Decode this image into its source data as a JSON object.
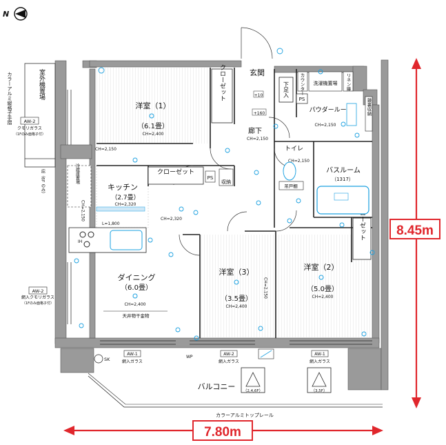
{
  "north": {
    "label": "N",
    "icon": "north-arrow-icon"
  },
  "rooms": [
    {
      "id": "yoshitsu-1",
      "name": "洋室（1）",
      "size": "（6.1畳）",
      "ch": "CH=2,400"
    },
    {
      "id": "kitchen",
      "name": "キッチン",
      "size": "（2.7畳）",
      "ch": "CH=2,320"
    },
    {
      "id": "dining",
      "name": "ダイニング",
      "size": "（6.0畳）",
      "ch": "CH=2,400"
    },
    {
      "id": "yoshitsu-3",
      "name": "洋室（3）",
      "size": "（3.5畳）",
      "ch": "CH=2,400"
    },
    {
      "id": "yoshitsu-2",
      "name": "洋室（2）",
      "size": "（5.0畳）",
      "ch": "CH=2,400"
    },
    {
      "id": "bathroom",
      "name": "バスルーム",
      "size": "（1317）"
    }
  ],
  "labels": {
    "genkan": "玄関",
    "rouka": "廊下",
    "rouka_ch": "CH=2,150",
    "powder": "パウダールーム",
    "powder_ch": "CH=2,150",
    "toilet": "トイレ",
    "toilet_ch": "CH=2,150",
    "todana": "吊戸棚",
    "closet_corridor": "クローゼット",
    "closet_room1": "クローゼット",
    "closet_room2": "クローゼット",
    "shitabako": "下足入",
    "counter": "カウンター",
    "washer": "洗濯機置場",
    "linen": "リネン庫",
    "kagami": "鏡裏収納",
    "shuno": "収納",
    "reizoko": "冷蔵庫置場",
    "tenjo": "天井物干金物",
    "balcony": "バルコニー",
    "handrail": "カラーアルミトップレール",
    "outdoor_unit": "室外機置場",
    "louver": "カラーアルミ縦格子手摺",
    "floor_note": "庇（6F のみ）",
    "ch_2150": "CH=2,150",
    "ch_2150_v": "CH=2,150",
    "ch_2320": "CH=2,320",
    "ch_2150_room3": "CH=2,150",
    "l_1800": "L=1,800",
    "plus10": "+10",
    "plus160": "+160",
    "ps": "PS",
    "sk": "SK",
    "wp": "WP",
    "ih": "IH"
  },
  "windows": [
    {
      "code": "AW-2",
      "glass": "クモリガラス",
      "note": "（1Fのみ面格子付）"
    },
    {
      "code": "AW-2",
      "glass": "網入クモリガラス",
      "note": "（1Fのみ面格子付）"
    },
    {
      "code": "AW-1",
      "glass": "網入ガラス"
    },
    {
      "code": "AW-2",
      "glass": "網入ガラス"
    },
    {
      "code": "AW-1",
      "glass": "網入ガラス"
    }
  ],
  "hatches": [
    "（2,4,6F）",
    "（3,5F）"
  ],
  "dimensions": {
    "width": "7.80m",
    "height": "8.45m"
  },
  "colors": {
    "dimension": "#e0262c",
    "wall": "#9a9a9a",
    "fixture": "#1aa0e0",
    "line": "#222222"
  }
}
